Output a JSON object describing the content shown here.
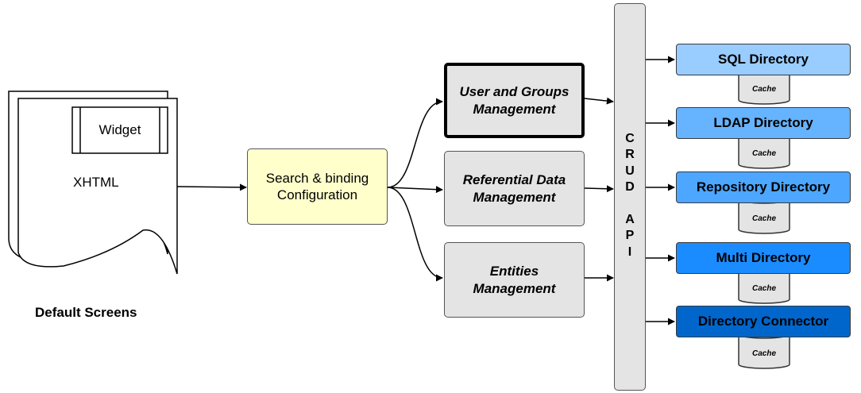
{
  "screens": {
    "widget_label": "Widget",
    "page_label": "XHTML",
    "caption": "Default Screens"
  },
  "config": {
    "line1": "Search & binding",
    "line2": "Configuration"
  },
  "management": [
    {
      "line1": "User and Groups",
      "line2": "Management"
    },
    {
      "line1": "Referential Data",
      "line2": "Management"
    },
    {
      "line1": "Entities",
      "line2": "Management"
    }
  ],
  "crud_api": [
    "C",
    "R",
    "U",
    "D",
    "",
    "A",
    "P",
    "I"
  ],
  "directories": [
    {
      "label": "SQL Directory",
      "cache": "Cache",
      "color": "#99ccff"
    },
    {
      "label": "LDAP Directory",
      "cache": "Cache",
      "color": "#66b3ff"
    },
    {
      "label": "Repository Directory",
      "cache": "Cache",
      "color": "#4da6ff"
    },
    {
      "label": "Multi Directory",
      "cache": "Cache",
      "color": "#1a8cff"
    },
    {
      "label": "Directory Connector",
      "cache": "Cache",
      "color": "#0066cc"
    }
  ],
  "colors": {
    "config_fill": "#ffffcc",
    "management_fill": "#e4e4e4",
    "crud_fill": "#e4e4e4"
  }
}
